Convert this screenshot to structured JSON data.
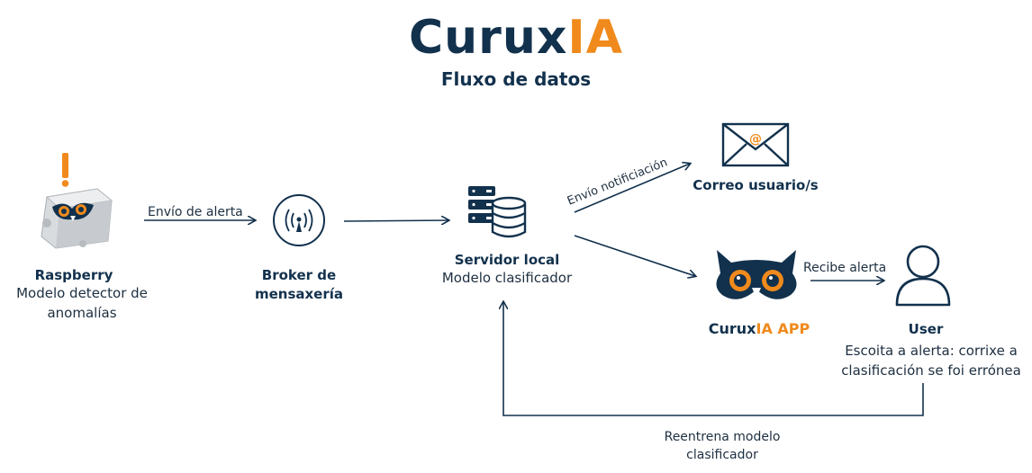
{
  "logo": {
    "part1": "Curux",
    "part2": "IA"
  },
  "subtitle": "Fluxo de datos",
  "nodes": {
    "raspberry": {
      "title": "Raspberry",
      "desc_line1": "Modelo detector de",
      "desc_line2": "anomalías"
    },
    "broker": {
      "title_line1": "Broker de",
      "title_line2": "mensaxería"
    },
    "server": {
      "title": "Servidor local",
      "desc": "Modelo clasificador"
    },
    "mail": {
      "title": "Correo usuario/s"
    },
    "app": {
      "name_part1": "Curux",
      "name_part2": "IA APP"
    },
    "user": {
      "title": "User",
      "desc_line1": "Escoita a alerta: corrixe a",
      "desc_line2": "clasificación se foi errónea"
    }
  },
  "edges": {
    "alert_send": "Envío de alerta",
    "notification": "Envío  notificiación",
    "receive_alert": "Recibe alerta",
    "retrain_line1": "Reentrena modelo",
    "retrain_line2": "clasificador"
  },
  "colors": {
    "navy": "#12314d",
    "orange": "#f08a1c"
  },
  "icons": [
    "warning-icon",
    "raspberry-device-icon",
    "broadcast-icon",
    "server-database-icon",
    "envelope-icon",
    "owl-icon",
    "user-icon"
  ]
}
